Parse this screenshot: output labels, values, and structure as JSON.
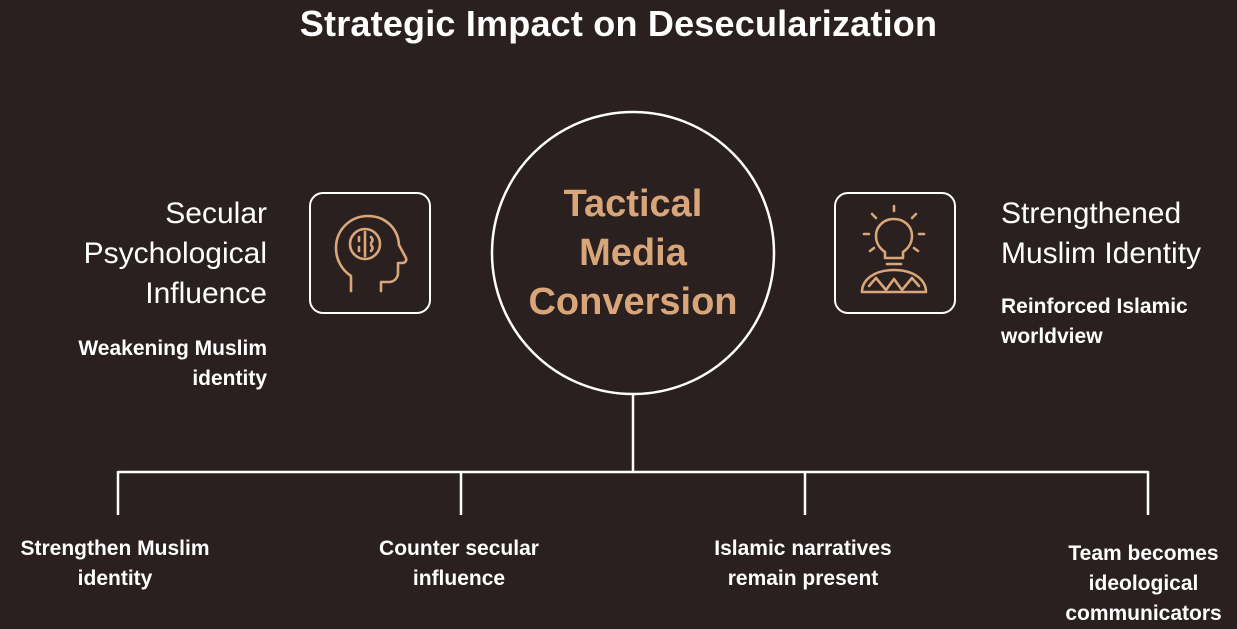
{
  "title": "Strategic Impact on Desecularization",
  "center": {
    "lines": [
      "Tactical",
      "Media",
      "Conversion"
    ]
  },
  "left": {
    "title_lines": [
      "Secular",
      "Psychological",
      "Influence"
    ],
    "subtitle_lines": [
      "Weakening Muslim",
      "identity"
    ],
    "icon": "head-profile-icon"
  },
  "right": {
    "title_lines": [
      "Strengthened",
      "Muslim Identity"
    ],
    "subtitle_lines": [
      "Reinforced Islamic",
      "worldview"
    ],
    "icon": "lightbulb-person-icon"
  },
  "outcomes": [
    {
      "lines": [
        "Strengthen Muslim",
        "identity"
      ]
    },
    {
      "lines": [
        "Counter secular",
        "influence"
      ]
    },
    {
      "lines": [
        "Islamic narratives",
        "remain present"
      ]
    },
    {
      "lines": [
        "Team becomes",
        "ideological",
        "communicators"
      ]
    }
  ],
  "colors": {
    "background": "#2a2020",
    "accent": "#d9a679",
    "line": "#ffffff"
  }
}
